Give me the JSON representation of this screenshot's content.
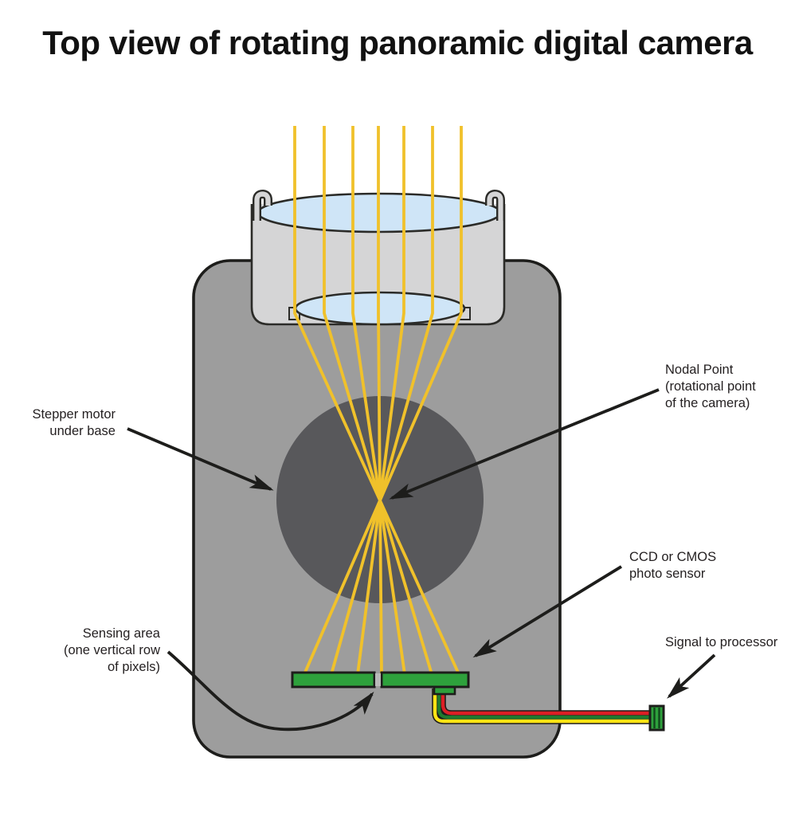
{
  "title": "Top view of rotating panoramic digital camera",
  "labels": {
    "stepper_motor": "Stepper motor\nunder base",
    "nodal_point": "Nodal Point\n(rotational point\nof the camera)",
    "ccd_sensor": "CCD or CMOS\nphoto sensor",
    "sensing_area": "Sensing area\n(one vertical row\nof pixels)",
    "signal": "Signal to processor"
  },
  "colors": {
    "body_gray": "#9d9d9d",
    "motor_circle_gray": "#58585b",
    "barrel_gray": "#d5d5d6",
    "lens_blue": "#cfe5f7",
    "ray_yellow": "#f0c12b",
    "sensor_green": "#2ea13c",
    "slit_gray": "#b9b9b9",
    "wire_red": "#dc1f25",
    "wire_green": "#1e7a2e",
    "wire_yellow": "#ffe414",
    "outline_black": "#1d1d1b"
  },
  "figure": {
    "light_ray_count": 7
  }
}
